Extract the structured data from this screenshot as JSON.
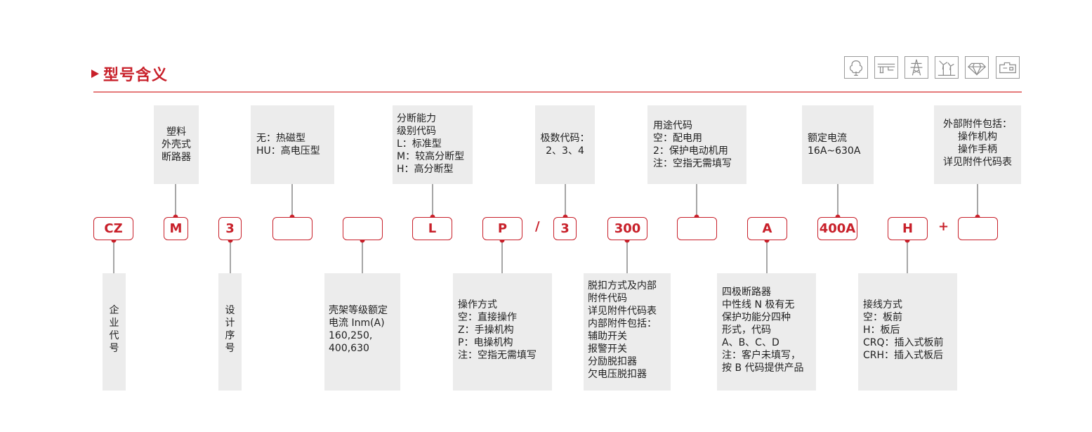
{
  "header": {
    "title": "型号含义"
  },
  "icons": [
    "tree-icon",
    "pipeline-icon",
    "power-tower-icon",
    "wind-turbine-icon",
    "diamond-icon",
    "machine-icon"
  ],
  "accent_color": "#c8202a",
  "codes": [
    {
      "id": "cz",
      "label": "CZ"
    },
    {
      "id": "m",
      "label": "M"
    },
    {
      "id": "3a",
      "label": "3"
    },
    {
      "id": "b1",
      "label": ""
    },
    {
      "id": "b2",
      "label": ""
    },
    {
      "id": "l",
      "label": "L"
    },
    {
      "id": "p",
      "label": "P"
    },
    {
      "id": "3b",
      "label": "3"
    },
    {
      "id": "300",
      "label": "300"
    },
    {
      "id": "b3",
      "label": ""
    },
    {
      "id": "a",
      "label": "A"
    },
    {
      "id": "400a",
      "label": "400A"
    },
    {
      "id": "h",
      "label": "H"
    },
    {
      "id": "b4",
      "label": ""
    }
  ],
  "separators": {
    "slash": "/",
    "plus": "+"
  },
  "top_descriptions": [
    {
      "id": "plastic-case",
      "text": "塑料\n外壳式\n断路器"
    },
    {
      "id": "trip-type",
      "text": "无：热磁型\nHU：高电压型"
    },
    {
      "id": "breaking-capacity",
      "text": "分断能力\n级别代码\nL：标准型\nM：较高分断型\nH：高分断型"
    },
    {
      "id": "pole-code",
      "text": "极数代码：\n2、3、4"
    },
    {
      "id": "usage-code",
      "text": "用途代码\n空：配电用\n2：保护电动机用\n注：空指无需填写"
    },
    {
      "id": "rated-current",
      "text": "额定电流\n16A~630A"
    },
    {
      "id": "external-accessories",
      "text": "外部附件包括：\n操作机构\n操作手柄\n详见附件代码表"
    }
  ],
  "bottom_descriptions": [
    {
      "id": "company-code",
      "text": "企\n业\n代\n号"
    },
    {
      "id": "design-number",
      "text": "设\n计\n序\n号"
    },
    {
      "id": "frame-rating",
      "text": "壳架等级额定\n电流 Inm(A)\n160,250,\n400,630"
    },
    {
      "id": "operation-mode",
      "text": "操作方式\n空：直接操作\nZ：手操机构\nP：电操机构\n注：空指无需填写"
    },
    {
      "id": "release-accessories",
      "text": "脱扣方式及内部\n附件代码\n详见附件代码表\n内部附件包括：\n辅助开关\n报警开关\n分励脱扣器\n欠电压脱扣器"
    },
    {
      "id": "four-pole",
      "text": "四极断路器\n中性线 N 极有无\n保护功能分四种\n形式，代码\nA、B、C、D\n注：客户未填写，\n按 B 代码提供产品"
    },
    {
      "id": "wiring-mode",
      "text": "接线方式\n空：板前\nH：板后\nCRQ：插入式板前\nCRH：插入式板后"
    }
  ]
}
